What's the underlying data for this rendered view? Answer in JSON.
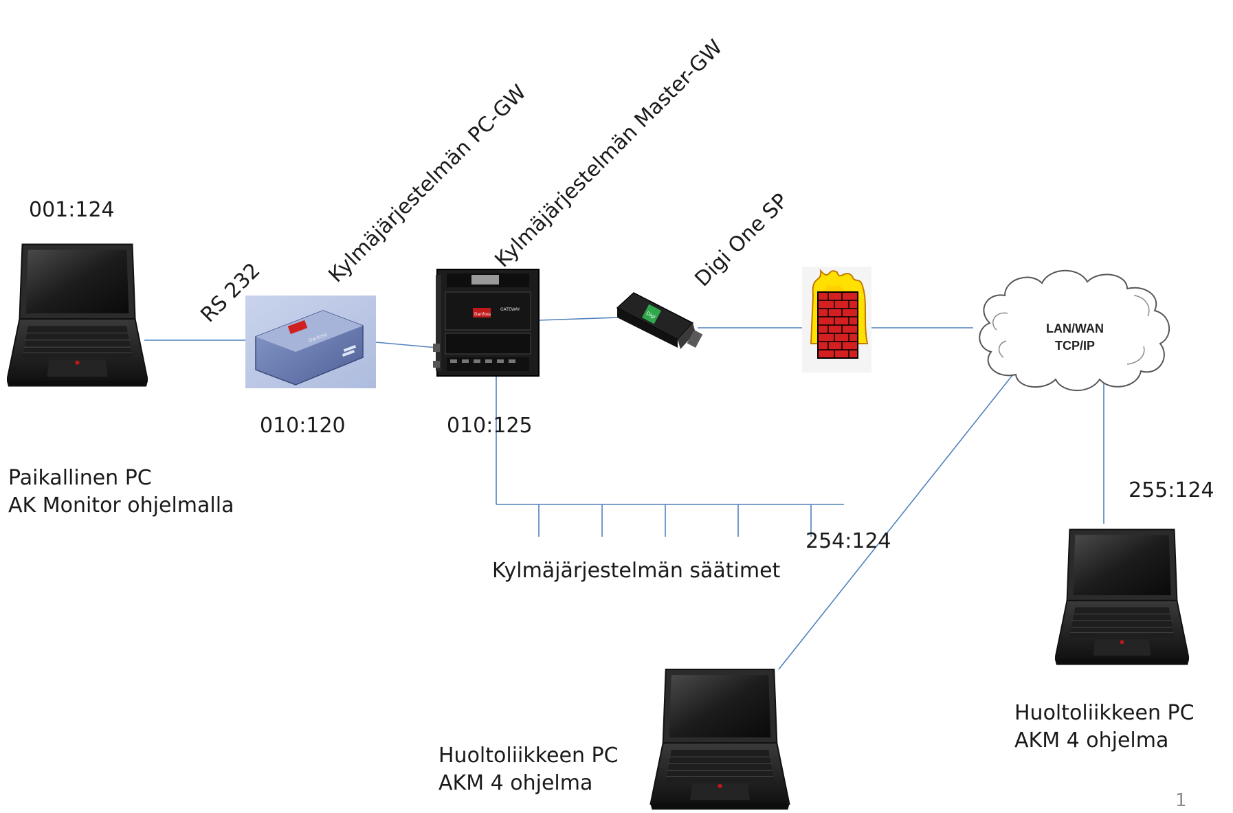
{
  "labels": {
    "local_pc_addr": "001:124",
    "local_pc_line1": "Paikallinen PC",
    "local_pc_line2": "AK Monitor ohjelmalla",
    "rs232": "RS 232",
    "pc_gw_name": "Kylmäjärjestelmän PC-GW",
    "pc_gw_addr": "010:120",
    "master_gw_name": "Kylmäjärjestelmän Master-GW",
    "master_gw_addr": "010:125",
    "digi_name": "Digi One SP",
    "controllers": "Kylmäjärjestelmän säätimet",
    "cloud_line1": "LAN/WAN",
    "cloud_line2": "TCP/IP",
    "service_pc_center_addr": "254:124",
    "service_pc_center_line1": "Huoltoliikkeen PC",
    "service_pc_center_line2": "AKM 4 ohjelma",
    "service_pc_right_addr": "255:124",
    "service_pc_right_line1": "Huoltoliikkeen PC",
    "service_pc_right_line2": "AKM 4 ohjelma",
    "page_number": "1"
  },
  "device_labels": {
    "pc_gw_brand": "Danfoss",
    "master_gw_brand": "Danfoss",
    "master_gw_model": "GATEWAY",
    "digi_brand": "Digi"
  },
  "icons": [
    "laptop-icon",
    "pc-gateway-icon",
    "master-gateway-icon",
    "digi-one-sp-icon",
    "firewall-icon",
    "cloud-icon"
  ],
  "colors": {
    "connector_line": "#4f81bd",
    "firewall_brick": "#d62020",
    "firewall_flame": "#ffe000",
    "laptop_body": "#2a2a2a"
  }
}
